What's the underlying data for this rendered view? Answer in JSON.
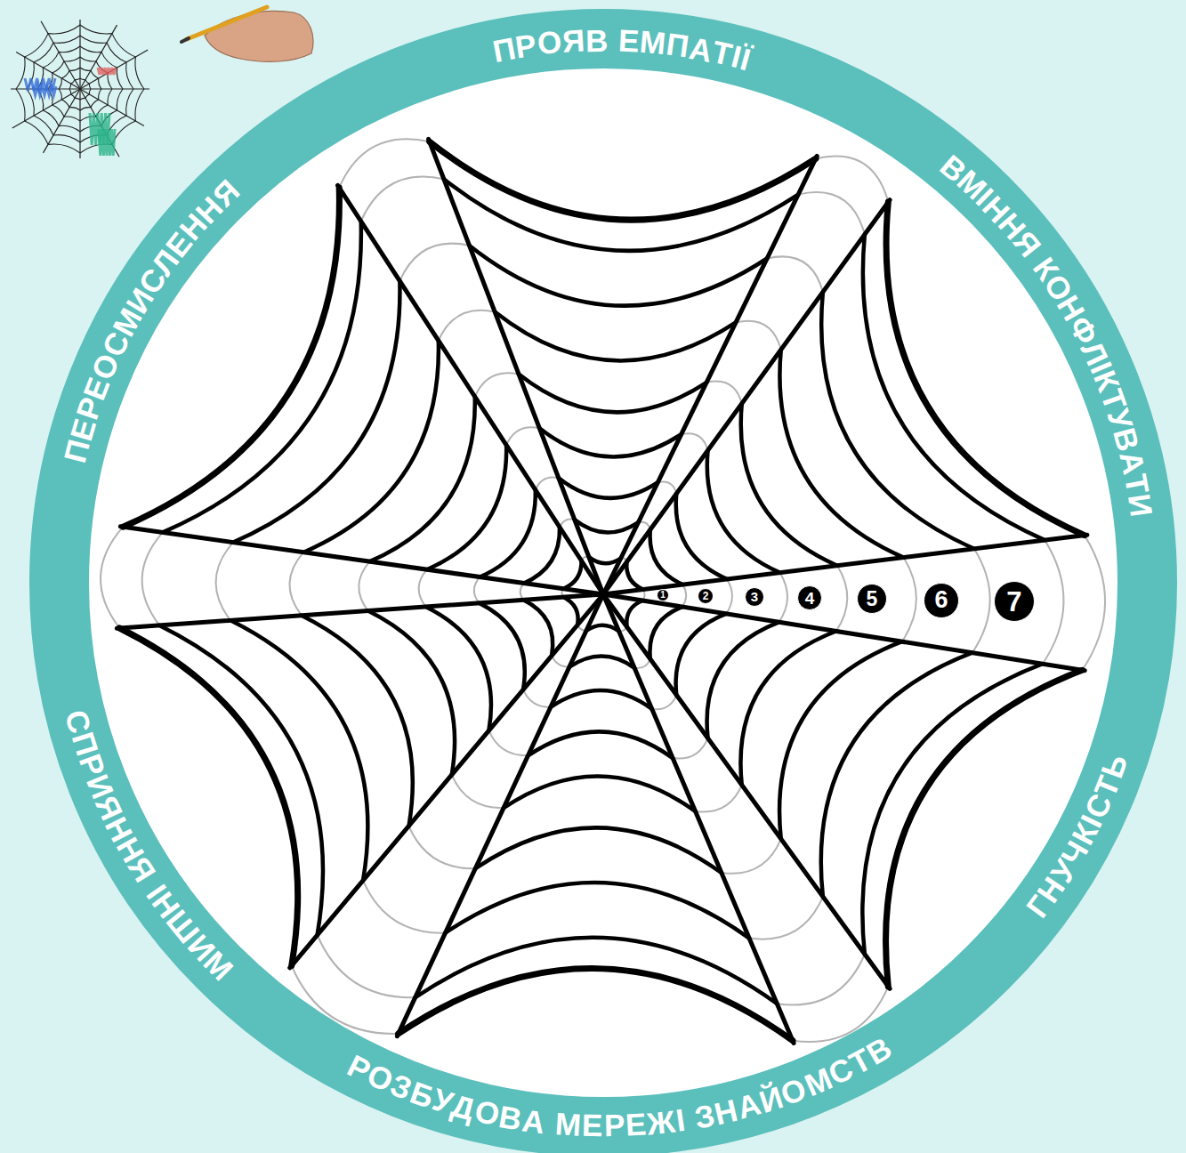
{
  "diagram": {
    "nodes": [
      {
        "text": [
          "1"
        ]
      },
      {
        "text": [
          "2"
        ]
      },
      {
        "text": [
          "3"
        ]
      },
      {
        "text": [
          "4"
        ]
      },
      {
        "text": [
          "5"
        ]
      },
      {
        "text": [
          "6"
        ]
      },
      {
        "text": [
          "7"
        ]
      }
    ],
    "labels": [
      "ПРОЯВ ЕМПАТІЇ",
      "ВМІННЯ КОНФЛІКТУВАТИ",
      "ГНУЧКІСТЬ",
      "РОЗБУДОВА МЕРЕЖІ ЗНАЙОМСТВ",
      "СПРИЯННЯ ІНШИМ",
      "ПЕРЕОСМИСЛЕННЯ"
    ]
  }
}
